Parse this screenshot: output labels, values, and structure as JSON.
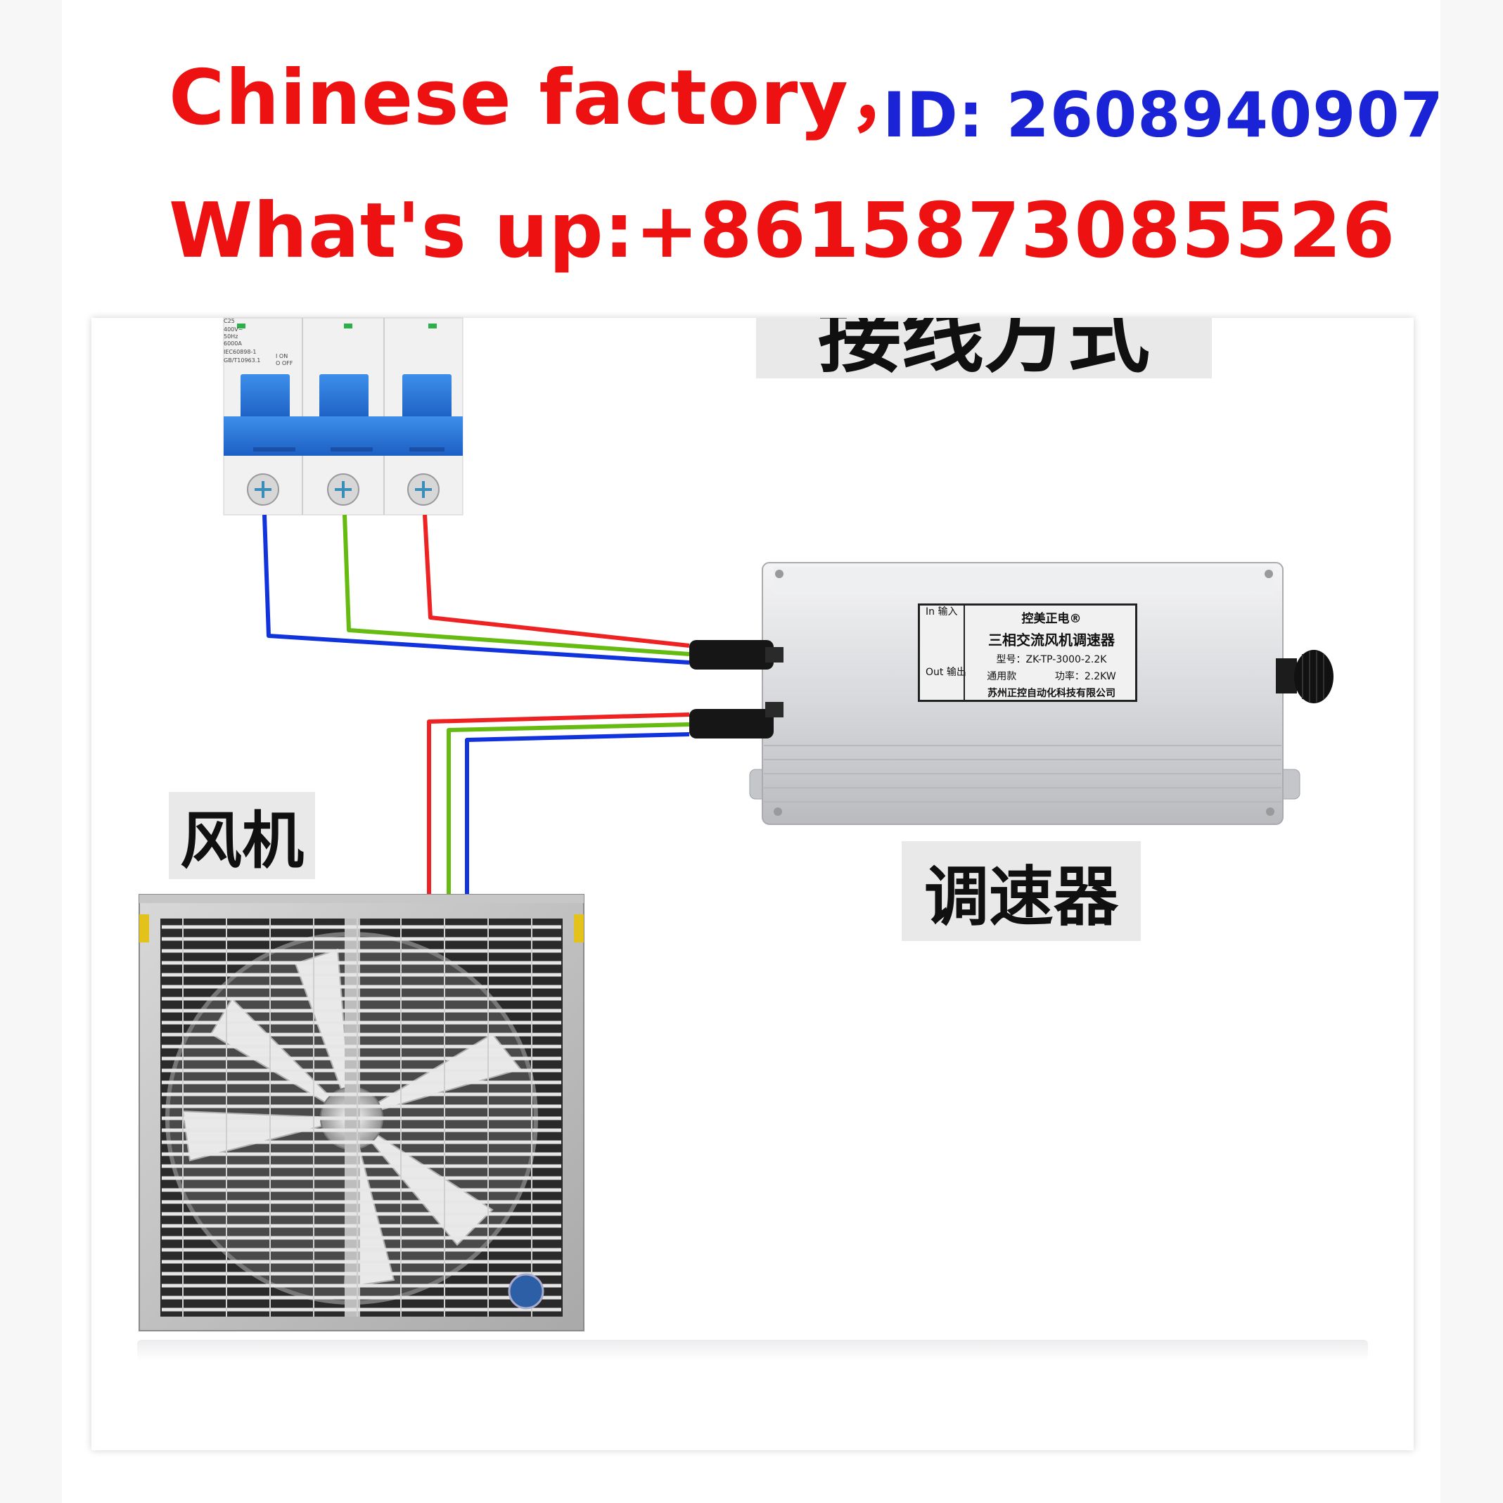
{
  "header": {
    "factory_line": "Chinese factory，",
    "id_line": "ID: 2608940907",
    "whatsapp_line": "What's up:+8615873085526"
  },
  "diagram": {
    "title": "接线方式",
    "fan_label": "风机",
    "controller_label": "调速器"
  },
  "breaker": {
    "rating": "C25",
    "specs": [
      "400V~",
      "50Hz",
      "6000A",
      "IEC60898-1",
      "GB/T10963.1"
    ],
    "switch_state": [
      "I ON",
      "O OFF"
    ]
  },
  "controller": {
    "nameplate": {
      "in_label": "In 输入",
      "out_label": "Out 输出",
      "brand": "控美正电®",
      "title": "三相交流风机调速器",
      "model": "型号：ZK-TP-3000-2.2K",
      "type": "通用款",
      "power": "功率：2.2KW",
      "company": "苏州正控自动化科技有限公司"
    }
  },
  "colors": {
    "header_red": "#ee1111",
    "header_blue": "#1a24d6",
    "wire_blue": "#1133dd",
    "wire_green": "#66bb11",
    "wire_red": "#ee2222",
    "breaker_blue": "#2a7fe0"
  }
}
